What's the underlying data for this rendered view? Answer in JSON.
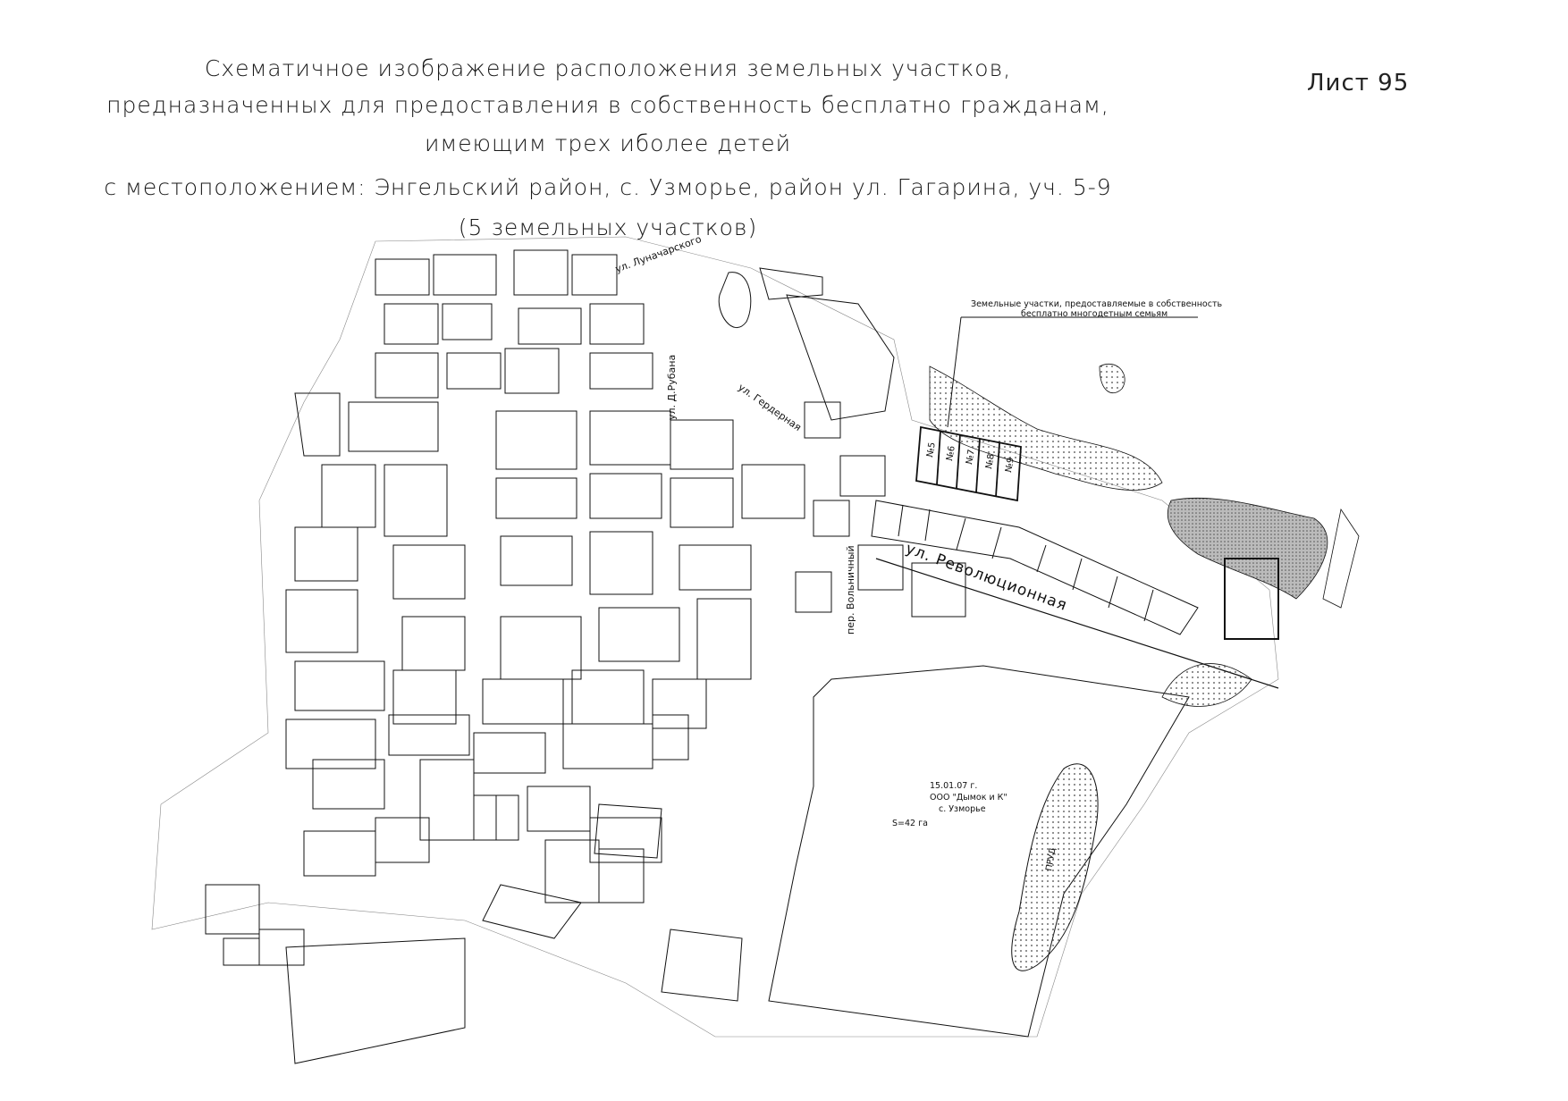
{
  "header": {
    "title_lines": [
      "Схематичное изображение расположения земельных участков,",
      "предназначенных для предоставления в собственность бесплатно гражданам,",
      "имеющим трех иболее детей",
      "с местоположением: Энгельский район, с. Узморье, район ул. Гагарина, уч. 5-9",
      "(5 земельных участков)"
    ],
    "sheet_label": "Лист 95"
  },
  "map": {
    "legend_label_line1": "Земельные участки, предоставляемые в собственность",
    "legend_label_line2": "бесплатно многодетным семьям",
    "plots": [
      "№5",
      "№6",
      "№7",
      "№8",
      "№9"
    ],
    "streets": {
      "lunacharskogo": "ул. Луначарского",
      "rubana": "ул. Д.Рубана",
      "gerdernaya": "ул. Гердерная",
      "revolyutsionnaya": "ул. Революционная",
      "volnichnyy": "пер. Вольничный"
    },
    "parcel_note": {
      "date": "15.01.07 г.",
      "owner": "ООО \"Дымок и К\"",
      "village": "с. Узморье",
      "area": "S=42 га"
    },
    "pond_label": "ПРУД"
  }
}
